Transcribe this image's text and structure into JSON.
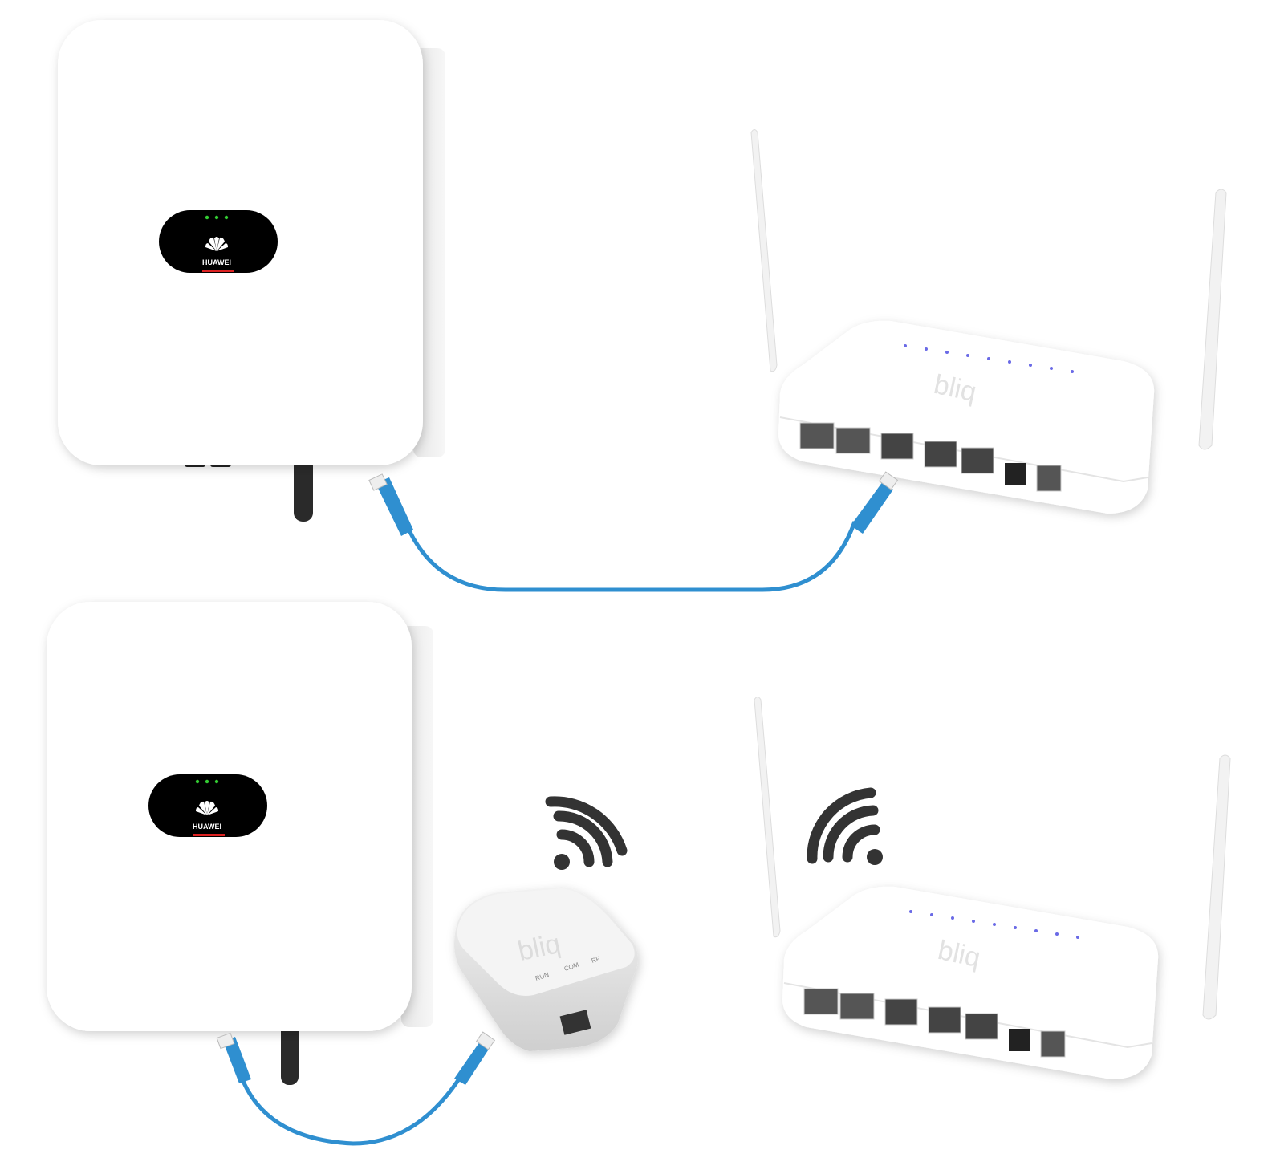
{
  "inverters": [
    {
      "brand": "HUAWEI"
    },
    {
      "brand": "HUAWEI"
    }
  ],
  "routers": [
    {
      "brand": "bliq"
    },
    {
      "brand": "bliq"
    }
  ],
  "dongle": {
    "brand": "bliq",
    "leds": [
      "RUN",
      "COM",
      "RF"
    ]
  },
  "colors": {
    "cable": "#2f8fd0",
    "device": "#ffffff",
    "display": "#000000",
    "led": "#33cc33",
    "router_led": "#6a6ae6",
    "wifi_icon": "#333333"
  }
}
